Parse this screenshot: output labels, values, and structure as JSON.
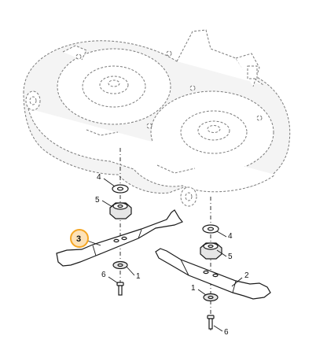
{
  "diagram": {
    "callouts": {
      "washer_upper_left": "4",
      "hub_left": "5",
      "blade_left": "3",
      "bolt_left": "6",
      "washer_lower_left": "1",
      "washer_upper_right": "4",
      "hub_right": "5",
      "blade_right": "2",
      "washer_lower_right": "1",
      "bolt_right": "6"
    },
    "highlight_color": "#f5a623"
  }
}
